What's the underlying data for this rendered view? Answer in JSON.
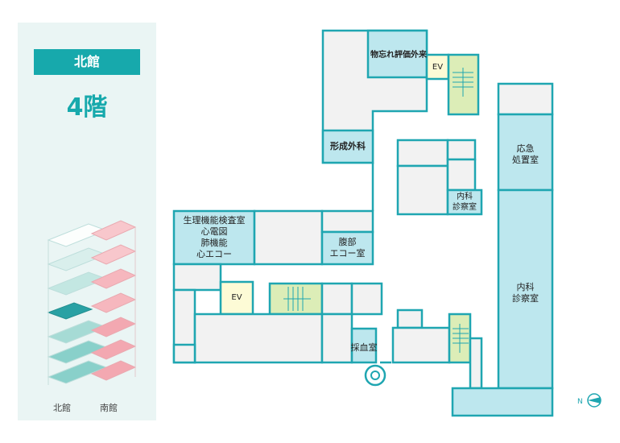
{
  "sidebar": {
    "building": "北館",
    "floor": "4階",
    "legend_north": "北館",
    "legend_south": "南館"
  },
  "rooms": {
    "lost_found": "物忘れ評価外来",
    "ev_top": "EV",
    "plastic_surgery": "形成外科",
    "emergency": "応急\n処置室",
    "internal_small": "内科\n診察室",
    "physio": "生理機能検査室\n心電図\n肺機能\n心エコー",
    "abdominal": "腹部\nエコー室",
    "ev_mid": "EV",
    "blood": "採血室",
    "internal_large": "内科\n診察室"
  },
  "colors": {
    "accent": "#17a9ac",
    "room_blue": "#bde7ee",
    "stair_green": "#dcedb7",
    "ev_yellow": "#fdfbd6"
  }
}
